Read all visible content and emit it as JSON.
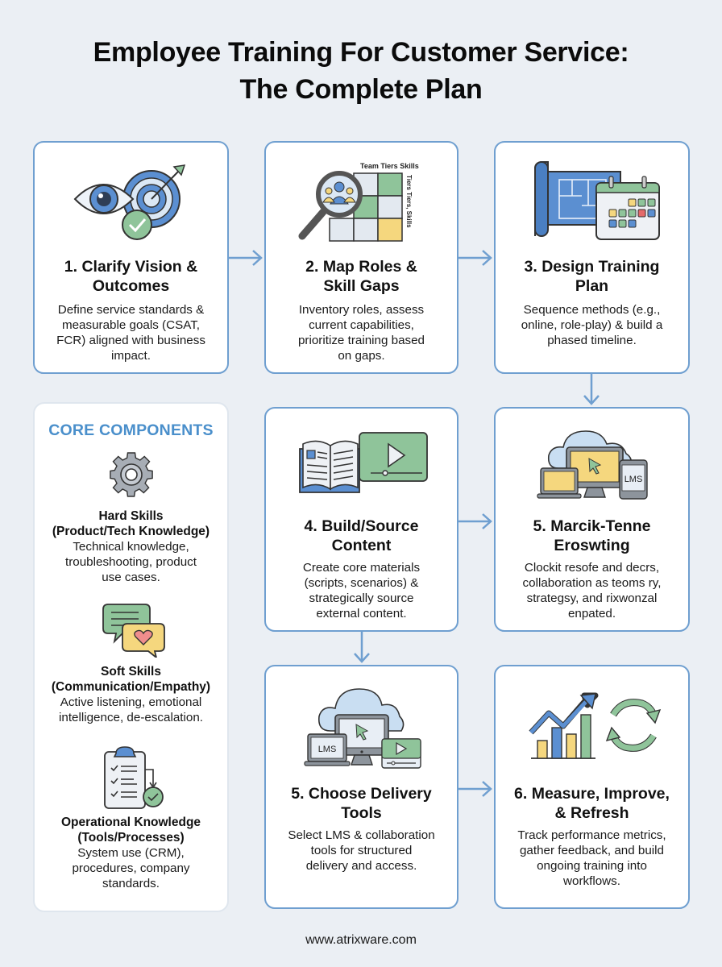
{
  "title": {
    "line1": "Employee Training For Customer Service:",
    "line2": "The Complete Plan"
  },
  "colors": {
    "background": "#ebeff4",
    "panel_border": "#6f9fd0",
    "arrow": "#6f9fd0",
    "accent_blue": "#4a8fcb",
    "green": "#8fc49a",
    "yellow": "#f5d77e",
    "red": "#e46a6a"
  },
  "steps": [
    {
      "title_line1": "1. Clarify Vision &",
      "title_line2": "Outcomes",
      "desc_lines": [
        "Define service standards &",
        "measurable goals (CSAT,",
        "FCR) aligned with business",
        "impact."
      ],
      "icon": "eye-target-check-icon"
    },
    {
      "title_line1": "2. Map Roles &",
      "title_line2": "Skill Gaps",
      "desc_lines": [
        "Inventory roles, assess",
        "current capabilities,",
        "prioritize training based",
        "on gaps."
      ],
      "icon": "magnifier-skill-matrix-icon",
      "matrix_header": "Team  Tiers  Skills",
      "matrix_side": "Tiers Tiers, Skills"
    },
    {
      "title_line1": "3. Design Training",
      "title_line2": "Plan",
      "desc_lines": [
        "Sequence methods (e.g.,",
        "online, role-play) & build a",
        "phased timeline."
      ],
      "icon": "blueprint-calendar-icon"
    },
    {
      "title_line1": "4. Build/Source",
      "title_line2": "Content",
      "desc_lines": [
        "Create core materials",
        "(scripts, scenarios) &",
        "strategically source",
        "external content."
      ],
      "icon": "book-video-icon"
    },
    {
      "title_line1": "5. Marcik-Tenne",
      "title_line2": "Eroswting",
      "desc_lines": [
        "Clockit resofe and decrs,",
        "collaboration as teoms ry,",
        "strategsy, and rixwonzal",
        "enpated."
      ],
      "icon": "cloud-devices-lms-icon",
      "device_label": "LMS"
    },
    {
      "title_line1": "5. Choose Delivery",
      "title_line2": "Tools",
      "desc_lines": [
        "Select LMS & collaboration",
        "tools for structured",
        "delivery and access."
      ],
      "icon": "cloud-devices-video-icon",
      "device_label": "LMS"
    },
    {
      "title_line1": "6. Measure, Improve,",
      "title_line2": "& Refresh",
      "desc_lines": [
        "Track performance metrics,",
        "gather feedback, and build",
        "ongoing training into",
        "workflows."
      ],
      "icon": "chart-refresh-icon"
    }
  ],
  "core": {
    "heading": "CORE COMPONENTS",
    "items": [
      {
        "title": "Hard Skills",
        "subtitle": "(Product/Tech Knowledge)",
        "desc_lines": [
          "Technical knowledge,",
          "troubleshooting, product",
          "use cases."
        ],
        "icon": "gear-icon"
      },
      {
        "title": "Soft Skills",
        "subtitle": "(Communication/Empathy)",
        "desc_lines": [
          "Active listening, emotional",
          "intelligence, de-escalation."
        ],
        "icon": "chat-heart-icon"
      },
      {
        "title": "Operational Knowledge",
        "subtitle": "(Tools/Processes)",
        "desc_lines": [
          "System use (CRM),",
          "procedures, company",
          "standards."
        ],
        "icon": "clipboard-checklist-icon"
      }
    ]
  },
  "footer": {
    "url": "www.atrixware.com"
  }
}
